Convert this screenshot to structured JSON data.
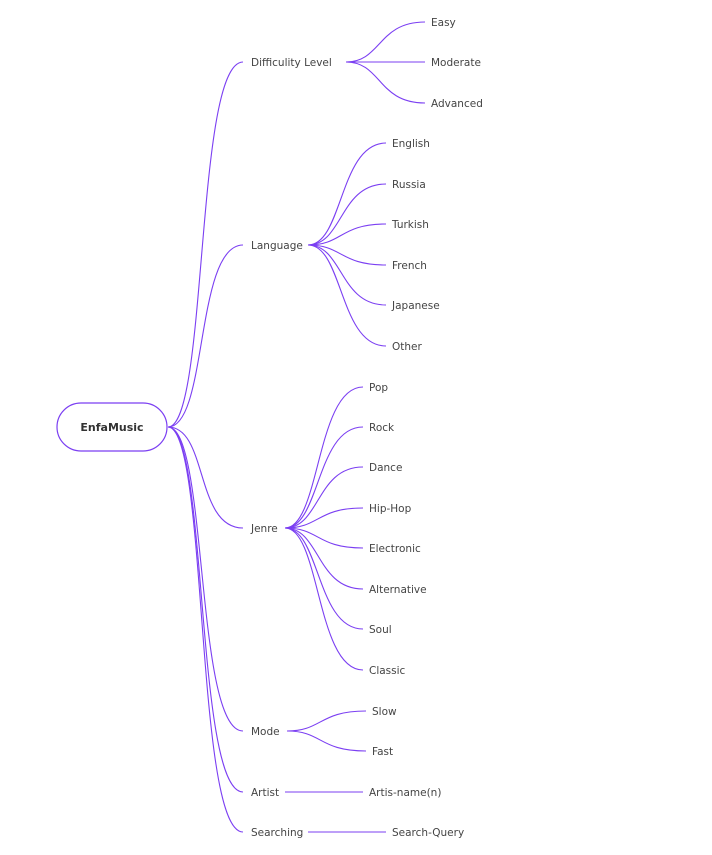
{
  "root": {
    "label": "EnfaMusic"
  },
  "branches": [
    {
      "label": "Difficulity Level",
      "children": [
        "Easy",
        "Moderate",
        "Advanced"
      ]
    },
    {
      "label": "Language",
      "children": [
        "English",
        "Russia",
        "Turkish",
        "French",
        "Japanese",
        "Other"
      ]
    },
    {
      "label": "Jenre",
      "children": [
        "Pop",
        "Rock",
        "Dance",
        "Hip-Hop",
        "Electronic",
        "Alternative",
        "Soul",
        "Classic"
      ]
    },
    {
      "label": "Mode",
      "children": [
        "Slow",
        "Fast"
      ]
    },
    {
      "label": "Artist",
      "children": [
        "Artis-name(n)"
      ]
    },
    {
      "label": "Searching",
      "children": [
        "Search-Query"
      ]
    }
  ],
  "colors": {
    "edge": "#7b3ff2",
    "text": "#444444"
  }
}
